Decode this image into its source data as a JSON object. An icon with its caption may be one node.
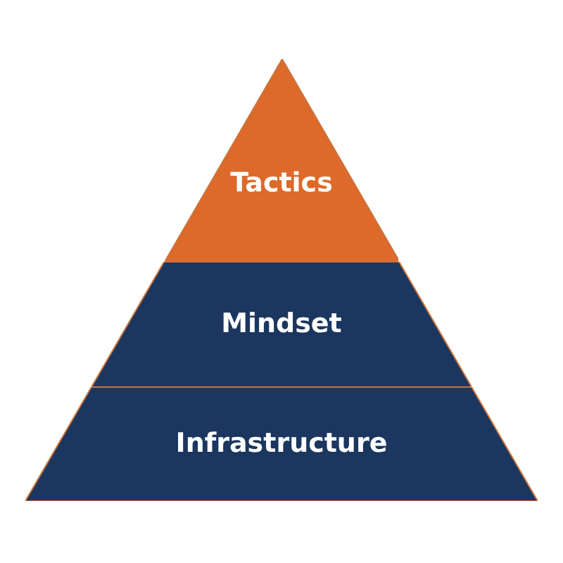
{
  "diagram": {
    "nodes": [
      {
        "text": [
          "Tactics"
        ]
      },
      {
        "text": [
          "Mindset"
        ]
      },
      {
        "text": [
          "Infrastructure"
        ]
      }
    ]
  }
}
